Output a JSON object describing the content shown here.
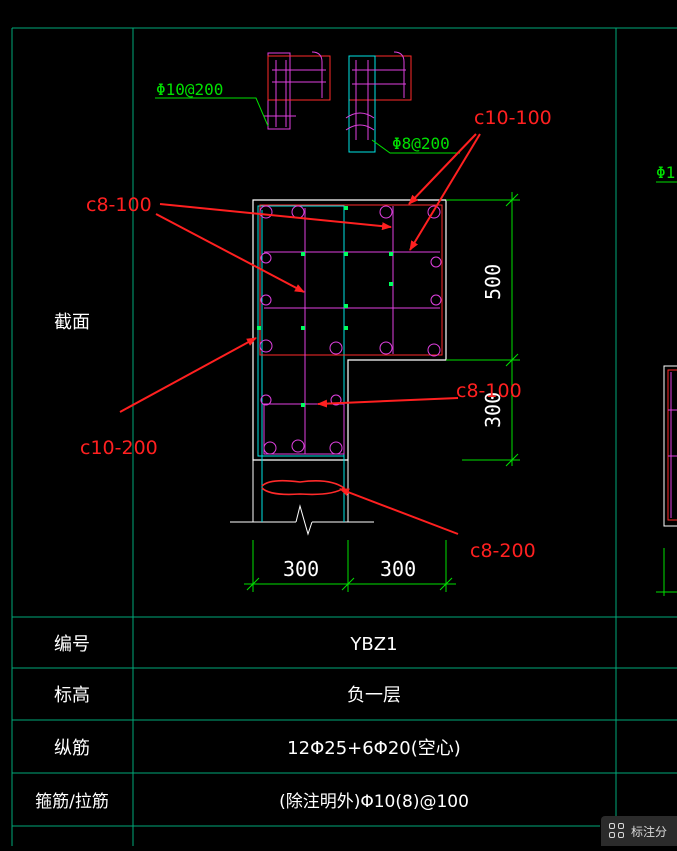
{
  "drawing": {
    "detail_labels": {
      "left_tie": "Φ10@200",
      "right_tie": "Φ8@200",
      "edge_partial": "Φ1"
    },
    "dimensions": {
      "vertical_top": "500",
      "vertical_bottom": "300",
      "horizontal_left": "300",
      "horizontal_right": "300"
    }
  },
  "annotations": {
    "a1": "c10-100",
    "a2": "c8-100",
    "a3": "c10-200",
    "a4": "c8-100",
    "a5": "c8-200"
  },
  "table": {
    "section_label": "截面",
    "rows": [
      {
        "label": "编号",
        "value": "YBZ1"
      },
      {
        "label": "标高",
        "value": "负一层"
      },
      {
        "label": "纵筋",
        "value": "12Φ25+6Φ20(空心)"
      },
      {
        "label": "箍筋/拉筋",
        "value": "(除注明外)Φ10(8)@100"
      }
    ]
  },
  "status": {
    "chip_label": "标注分"
  },
  "colors": {
    "grid": "#00a878",
    "outline": "#ffffff",
    "cyan": "#00e5e5",
    "magenta": "#e040e0",
    "stirrup_red": "#ff2a2a",
    "annotation_red": "#ff2020",
    "dim_green": "#00e000",
    "text": "#ffffff"
  }
}
